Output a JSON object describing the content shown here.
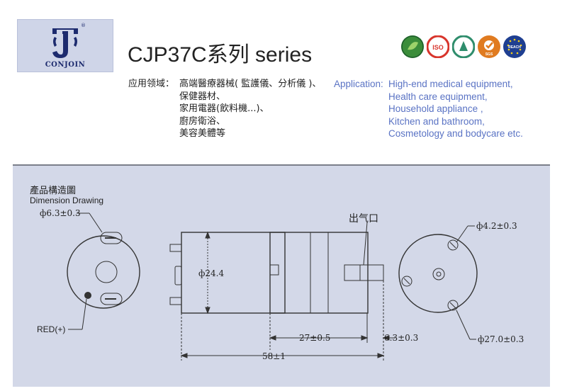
{
  "logo": {
    "brand": "CONJOIN",
    "registered_mark": "®"
  },
  "title": "CJP37C系列  series",
  "certifications": [
    "green-leaf-icon",
    "iso-icon",
    "health-icon",
    "sgs-icon",
    "reach-icon"
  ],
  "applications_cn": {
    "label": "应用领域：",
    "items": [
      "高端醫療器械( 監護儀、分析儀 )、",
      "保健器材、",
      "家用電器(飲料機...)、",
      "廚房衛浴、",
      "美容美體等"
    ]
  },
  "applications_en": {
    "label": "Application:",
    "items": [
      "High-end medical equipment,",
      "Health care equipment,",
      "Household appliance ,",
      "Kitchen and bathroom,",
      "Cosmetology and bodycare  etc."
    ]
  },
  "drawing": {
    "heading_cn": "產品構造圖",
    "heading_en": "Dimension Drawing",
    "shaft_dia": "ф6.3±0.3",
    "red_label": "RED(+)",
    "body_dia": "ф24.4",
    "outlet_label": "出气口",
    "pump_len": "27±0.5",
    "outlet_dia": "6.3±0.3",
    "total_len": "58±1",
    "screw_dia": "ф4.2±0.3",
    "pump_dia": "ф27.0±0.3"
  },
  "colors": {
    "panel": "#d3d8e8",
    "logo_bg": "#cfd5e8",
    "logo_mark": "#1d2b6e",
    "app_en": "#5a73c4"
  }
}
